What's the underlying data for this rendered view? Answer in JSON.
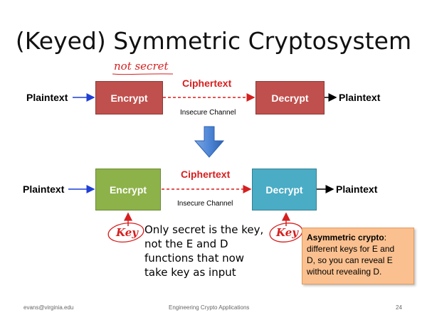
{
  "title": "(Keyed) Symmetric Cryptosystem",
  "top_diagram": {
    "left_label": "Plaintext",
    "encrypt": "Encrypt",
    "decrypt": "Decrypt",
    "right_label": "Plaintext",
    "channel_label": "Ciphertext",
    "insecure": "Insecure Channel",
    "annotation": "not secret"
  },
  "bottom_diagram": {
    "left_label": "Plaintext",
    "encrypt": "Encrypt",
    "decrypt": "Decrypt",
    "right_label": "Plaintext",
    "channel_label": "Ciphertext",
    "insecure": "Insecure Channel",
    "key_left": "Key",
    "key_right": "Key"
  },
  "note": {
    "line1": "Only secret is the key,",
    "line2": "not the E and D",
    "line3": "functions that now",
    "line4": "take key as input"
  },
  "callout": {
    "heading": "Asymmetric crypto",
    "line1": "different keys for E and",
    "line2": "D, so you can reveal E",
    "line3": "without revealing D."
  },
  "footer": {
    "left": "evans@virginia.edu",
    "center": "Engineering Crypto Applications",
    "page": "24"
  },
  "colors": {
    "red_box": "#c0504d",
    "green_box": "#8db24a",
    "teal_box": "#4aacc5",
    "ciphertext": "#d61f1f",
    "arrow_blue": "#1f3fd6",
    "callout_bg": "#fac08f"
  }
}
